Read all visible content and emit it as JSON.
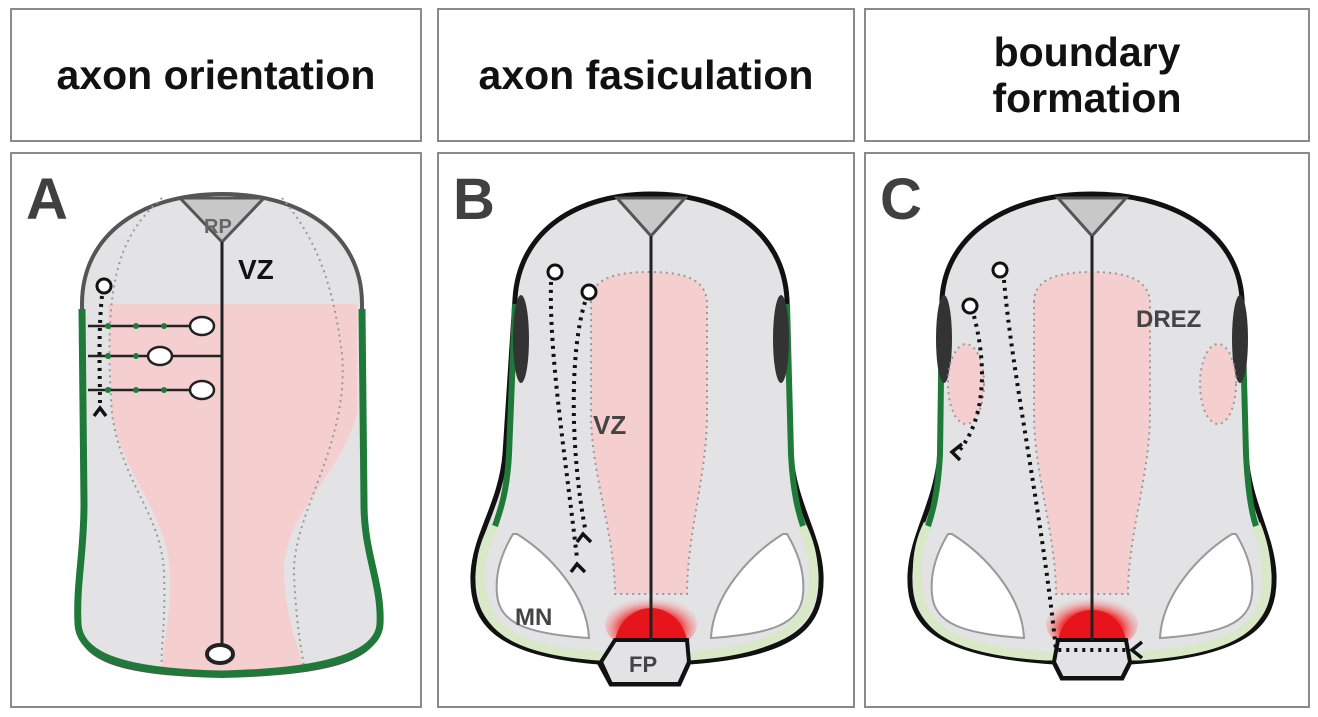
{
  "headers": [
    {
      "title": "axon orientation"
    },
    {
      "title": "axon fasiculation"
    },
    {
      "title": "boundary formation"
    }
  ],
  "panels": [
    {
      "letter": "A",
      "labels": {
        "roof_plate": "RP",
        "ventricular_zone": "VZ"
      }
    },
    {
      "letter": "B",
      "labels": {
        "ventricular_zone": "VZ",
        "motor_neurons": "MN",
        "floor_plate": "FP"
      }
    },
    {
      "letter": "C",
      "labels": {
        "drez": "DREZ"
      }
    }
  ],
  "colors": {
    "tissue": "#e3e3e5",
    "expression_pink": "#f5cfcf",
    "floor_plate_red": "#e8141b",
    "pia_green": "#1f7a3a",
    "light_green": "#d9e8c6",
    "outline": "#111111",
    "roof_plate_gray": "#c8c8c8",
    "border_gray": "#8a8a8a"
  },
  "icons": [
    "neuron-soma-icon",
    "growth-cone-icon",
    "dotted-axon-icon"
  ]
}
